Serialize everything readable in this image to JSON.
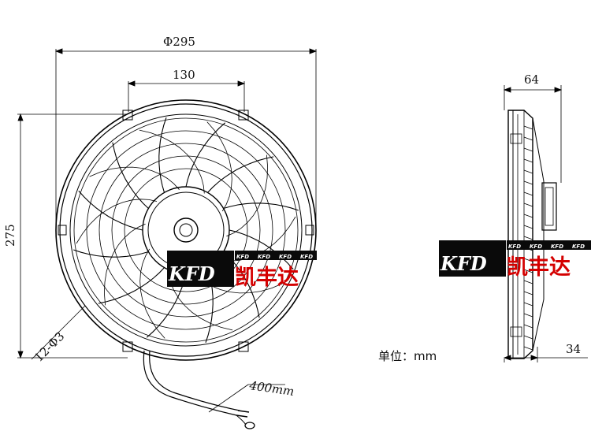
{
  "dimensions": {
    "overall_diameter": "Φ295",
    "mount_spacing": "130",
    "height": "275",
    "mount_holes": "12-Φ3",
    "cable_length": "400mm",
    "depth_total": "64",
    "depth_motor": "34"
  },
  "unit_note": "单位：mm",
  "watermark": {
    "latin": "KFD",
    "small_repeat": "KFD",
    "chinese": "凯丰达"
  },
  "colors": {
    "line": "#000000",
    "logo_bg": "#0a0a0a",
    "logo_cn": "#d40000"
  },
  "icons": [
    "fan-front-view",
    "fan-side-view"
  ]
}
